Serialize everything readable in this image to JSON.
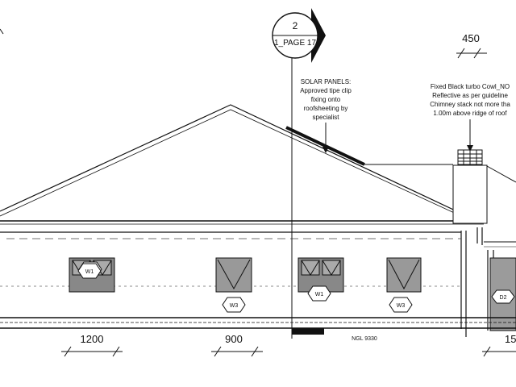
{
  "section_marker": {
    "number": "2",
    "page_ref": "1_PAGE 17"
  },
  "annotations": {
    "solar_panels": [
      "SOLAR PANELS:",
      "Approved tipe clip",
      "fixing onto",
      "roofsheeting by",
      "specialist"
    ],
    "chimney_note": [
      "Fixed Black turbo Cowl_NO",
      "Reflective as per guideline",
      "Chimney stack not more tha",
      "1.00m above ridge of roof"
    ]
  },
  "dimensions": {
    "top_right": "450",
    "bottom": [
      "1200",
      "900",
      "15"
    ]
  },
  "window_tags": [
    "W1",
    "W3",
    "W1",
    "W3"
  ],
  "door_tag": "D2",
  "ngl_label": "NGL 9330",
  "colors": {
    "line": "#111111",
    "panel_fill": "#8a8a8a",
    "pane_fill": "#9a9a9a",
    "door_fill": "#9b9b9b"
  }
}
